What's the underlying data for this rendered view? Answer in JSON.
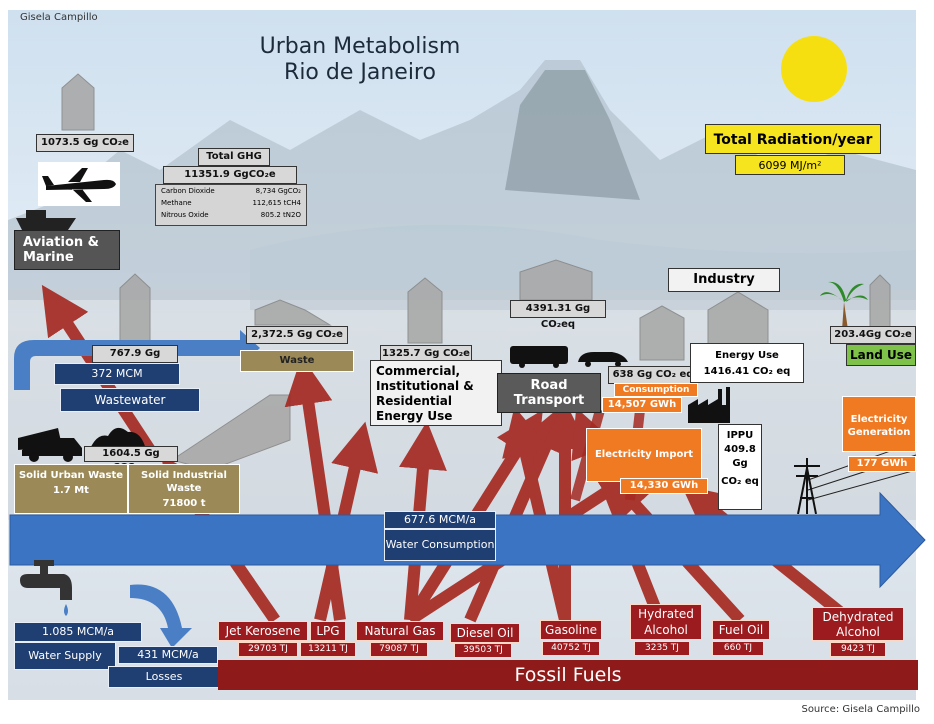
{
  "author": "Gisela Campillo",
  "title_line1": "Urban Metabolism",
  "title_line2": "Rio de Janeiro",
  "source": "Source: Gisela Campillo",
  "radiation": {
    "label": "Total Radiation/year",
    "value": "6099 MJ/m²"
  },
  "aviation": {
    "emission": "1073.5 Gg CO₂e",
    "label": "Aviation & Marine"
  },
  "total_ghg": {
    "label": "Total GHG",
    "value": "11351.9 GgCO₂e",
    "rows": [
      {
        "gas": "Carbon Dioxide",
        "amount": "8,734 GgCO₂"
      },
      {
        "gas": "Methane",
        "amount": "112,615 tCH4"
      },
      {
        "gas": "Nitrous Oxide",
        "amount": "805.2 tN2O"
      }
    ]
  },
  "wastewater": {
    "emission": "767.9 Gg Co2eq",
    "volume": "372 MCM",
    "label": "Wastewater"
  },
  "waste": {
    "emission": "2,372.5 Gg CO₂e",
    "label": "Waste"
  },
  "solid_waste": {
    "emission": "1604.5 Gg CO2eq",
    "urban_label": "Solid Urban Waste",
    "urban_value": "1.7 Mt",
    "industrial_label": "Solid Industrial Waste",
    "industrial_value": "71800 t"
  },
  "commercial": {
    "emission": "1325.7 Gg CO₂e",
    "label": "Commercial, Institutional & Residential Energy Use"
  },
  "road": {
    "emission": "4391.31 Gg CO₂eq",
    "label": "Road Transport"
  },
  "consumption": {
    "emission": "638 Gg CO₂ eq",
    "label": "Consumption",
    "value": "14,507 GWh"
  },
  "industry": {
    "label": "Industry",
    "energy_use_label": "Energy Use",
    "energy_use_value": "1416.41 CO₂ eq"
  },
  "ippu": {
    "label": "IPPU",
    "value": "409.8",
    "unit1": "Gg",
    "unit2": "CO₂ eq"
  },
  "electricity_import": {
    "label": "Electricity Import",
    "value": "14,330 GWh"
  },
  "electricity_generation": {
    "label": "Electricity Generation",
    "value": "177 GWh"
  },
  "land_use": {
    "emission": "203.4Gg CO₂e",
    "label": "Land Use"
  },
  "water": {
    "consumption_value": "677.6 MCM/a",
    "consumption_label": "Water Consumption",
    "supply_value": "1.085 MCM/a",
    "supply_label": "Water Supply",
    "losses_value": "431 MCM/a",
    "losses_label": "Losses"
  },
  "fossil_fuels": {
    "label": "Fossil Fuels",
    "items": [
      {
        "name": "Jet Kerosene",
        "value": "29703 TJ"
      },
      {
        "name": "LPG",
        "value": "13211 TJ"
      },
      {
        "name": "Natural Gas",
        "value": "79087 TJ"
      },
      {
        "name": "Diesel Oil",
        "value": "39503 TJ"
      },
      {
        "name": "Gasoline",
        "value": "40752 TJ"
      },
      {
        "name": "Hydrated Alcohol",
        "value": "3235 TJ"
      },
      {
        "name": "Fuel Oil",
        "value": "660  TJ"
      },
      {
        "name": "Dehydrated Alcohol",
        "value": "9423 TJ"
      }
    ]
  },
  "colors": {
    "blue_arrow": "#4a7fc6",
    "red_arrow": "#a52a22",
    "navy": "#1f3f73",
    "olive": "#9b8a58",
    "orange": "#f07a22",
    "maroon": "#9b1b1f",
    "sun": "#f6df10"
  },
  "icons": [
    "airplane-icon",
    "ship-icon",
    "truck-icon",
    "car-icon",
    "factory-icon",
    "palm-icon",
    "pylon-icon",
    "faucet-icon",
    "sun-icon"
  ]
}
